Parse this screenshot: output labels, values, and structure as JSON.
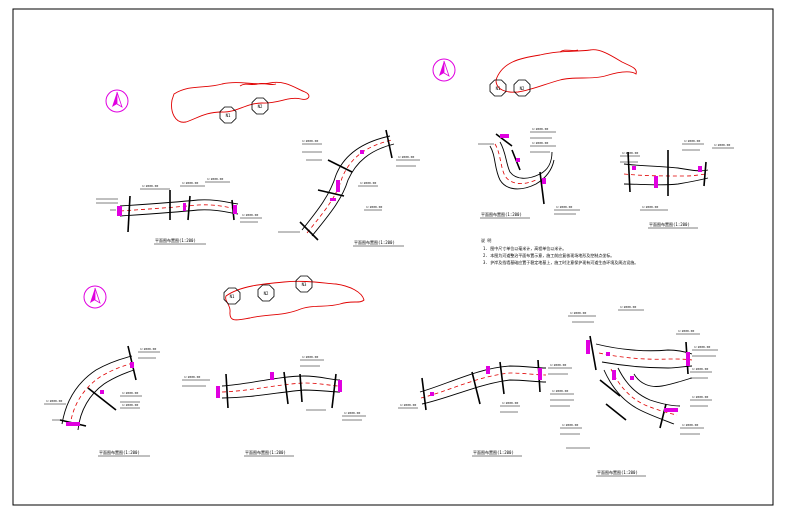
{
  "colors": {
    "paper": "#ffffff",
    "frame": "#000000",
    "linework": "#000000",
    "river": "#e00000",
    "dim": "#e000e0"
  },
  "symbols": {
    "north_arrow_icon": "north-arrow-icon",
    "octagon_marker_icon": "octagon-marker-icon"
  },
  "octagon_labels": {
    "t1": [
      "N1",
      "N2"
    ],
    "t2": [
      "N1",
      "N2"
    ],
    "t3": [
      "N1",
      "N2",
      "N3"
    ]
  },
  "captions": {
    "p1": "平面图布置图(1:200)",
    "p2": "平面图布置图(1:200)",
    "p3": "平面图布置图(1:200)",
    "p4": "平面图布置图(1:200)",
    "p5": "平面图布置图(1:200)",
    "p6": "平面图布置图(1:200)",
    "p7": "平面图布置图(1:200)",
    "p8": "平面图布置图(1:200)"
  },
  "notes": {
    "heading": "说 明",
    "lines": [
      "1. 图中尺寸单位以毫米计，高程单位以米计。",
      "2. 本图为河道整治平面布置示意，施工前应复核现场地形及控制点坐标。",
      "3. 护岸及挡墙基础应置于稳定地基上，施工时注意保护现有河道生态环境及周边设施。"
    ]
  }
}
